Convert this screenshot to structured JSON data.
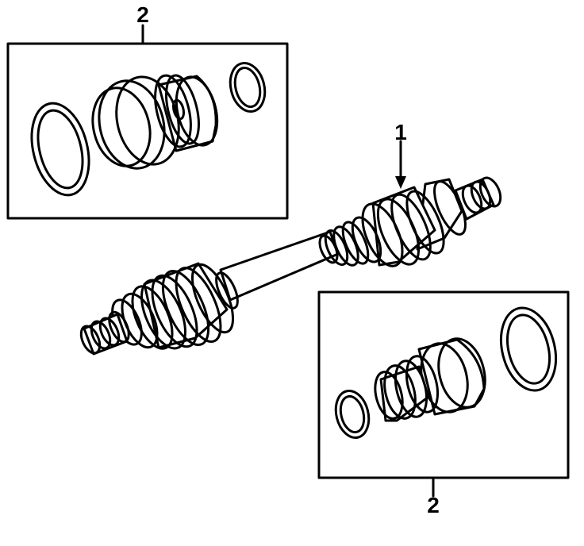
{
  "callouts": {
    "top_kit": "2",
    "shaft": "1",
    "bottom_kit": "2"
  },
  "colors": {
    "line": "#000000",
    "background": "#ffffff"
  }
}
